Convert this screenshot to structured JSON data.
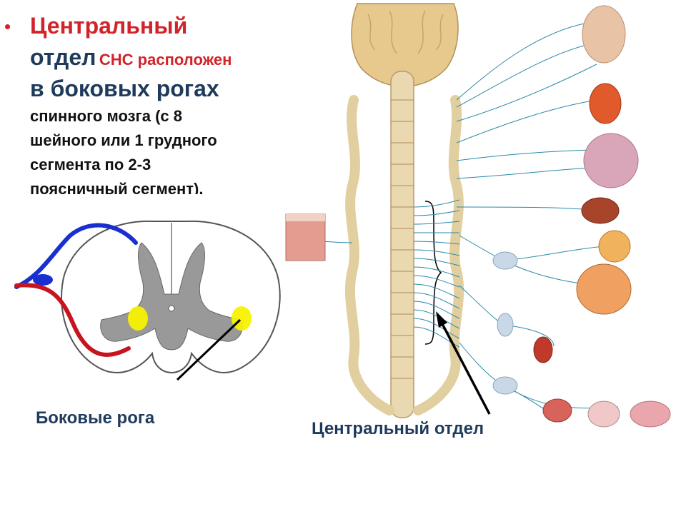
{
  "slide": {
    "bullet": {
      "line1_red": "Центральный",
      "line2_navy": "отдел",
      "line2_red": "СНС расположен",
      "line3_navy": "в боковых рогах",
      "line4": "спинного мозга (с 8",
      "line5": "шейного или 1 грудного",
      "line6": "сегмента по 2-3",
      "line7": "поясничный сегмент)."
    },
    "captions": {
      "lateral_horns": "Боковые рога",
      "central_division": "Центральный отдел"
    }
  },
  "colors": {
    "accent_red": "#d2232a",
    "title_navy": "#1f3b5c",
    "horn_yellow": "#f7f200",
    "grey_matter": "#999999",
    "nerve_blue": "#1a2fd0",
    "nerve_red": "#c8141e",
    "nerve_teal": "#2a8aa8",
    "cord_beige": "#ead9b0"
  }
}
